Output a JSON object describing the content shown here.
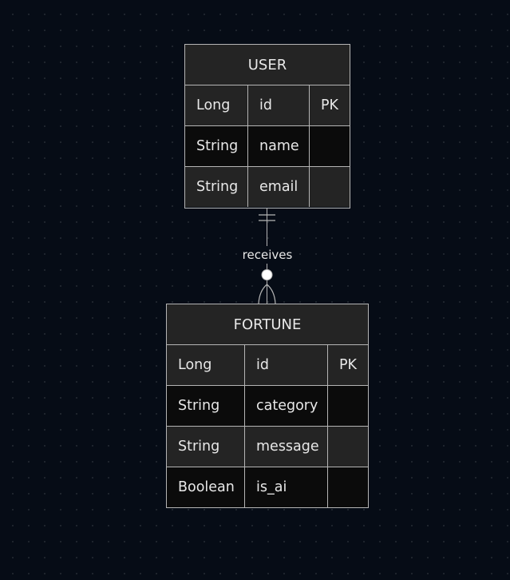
{
  "entities": {
    "user": {
      "title": "USER",
      "attributes": [
        {
          "type": "Long",
          "name": "id",
          "key": "PK"
        },
        {
          "type": "String",
          "name": "name",
          "key": ""
        },
        {
          "type": "String",
          "name": "email",
          "key": ""
        }
      ]
    },
    "fortune": {
      "title": "FORTUNE",
      "attributes": [
        {
          "type": "Long",
          "name": "id",
          "key": "PK"
        },
        {
          "type": "String",
          "name": "category",
          "key": ""
        },
        {
          "type": "String",
          "name": "message",
          "key": ""
        },
        {
          "type": "Boolean",
          "name": "is_ai",
          "key": ""
        }
      ]
    }
  },
  "relationships": [
    {
      "from": "USER",
      "to": "FORTUNE",
      "label": "receives",
      "from_cardinality": "exactly-one",
      "to_cardinality": "zero-or-more"
    }
  ],
  "colors": {
    "background": "#060c16",
    "header_fill": "#242424",
    "row_odd": "#242424",
    "row_even": "#0b0b0b",
    "border": "#b5b5b5",
    "text": "#e8e8e8"
  }
}
